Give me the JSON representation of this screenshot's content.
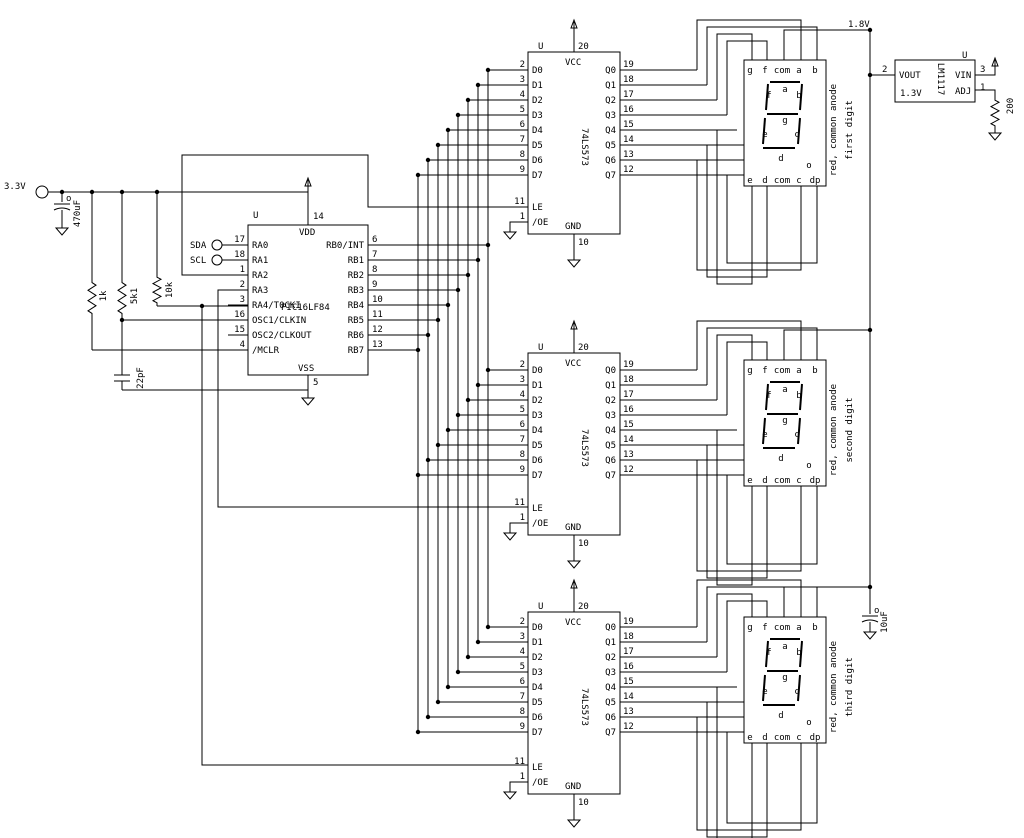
{
  "supply": {
    "input_label": "3.3V",
    "rail_18_label": "1.8V"
  },
  "passives": {
    "c_bulk": "470uF",
    "r_mclr": "1k",
    "r_osc": "5k1",
    "r_pull": "10k",
    "c_osc": "22pF",
    "c_out": "10uF",
    "r_adj": "200"
  },
  "mcu": {
    "ref": "U",
    "part": "PIC16LF84",
    "vdd_label": "VDD",
    "vdd_pin": "14",
    "vss_label": "VSS",
    "vss_pin": "5",
    "left_pins": [
      {
        "pin": "17",
        "name": "RA0"
      },
      {
        "pin": "18",
        "name": "RA1"
      },
      {
        "pin": "1",
        "name": "RA2"
      },
      {
        "pin": "2",
        "name": "RA3"
      },
      {
        "pin": "3",
        "name": "RA4/T0CKI"
      },
      {
        "pin": "16",
        "name": "OSC1/CLKIN"
      },
      {
        "pin": "15",
        "name": "OSC2/CLKOUT"
      },
      {
        "pin": "4",
        "name": "/MCLR"
      }
    ],
    "right_pins": [
      {
        "pin": "6",
        "name": "RB0/INT"
      },
      {
        "pin": "7",
        "name": "RB1"
      },
      {
        "pin": "8",
        "name": "RB2"
      },
      {
        "pin": "9",
        "name": "RB3"
      },
      {
        "pin": "10",
        "name": "RB4"
      },
      {
        "pin": "11",
        "name": "RB5"
      },
      {
        "pin": "12",
        "name": "RB6"
      },
      {
        "pin": "13",
        "name": "RB7"
      }
    ],
    "io": {
      "sda": "SDA",
      "scl": "SCL"
    }
  },
  "latch": {
    "ref": "U",
    "part": "74LS573",
    "vcc_label": "VCC",
    "vcc_pin": "20",
    "gnd_label": "GND",
    "gnd_pin": "10",
    "le_label": "LE",
    "le_pin": "11",
    "oe_label": "/OE",
    "oe_pin": "1",
    "inputs": [
      {
        "pin": "2",
        "name": "D0"
      },
      {
        "pin": "3",
        "name": "D1"
      },
      {
        "pin": "4",
        "name": "D2"
      },
      {
        "pin": "5",
        "name": "D3"
      },
      {
        "pin": "6",
        "name": "D4"
      },
      {
        "pin": "7",
        "name": "D5"
      },
      {
        "pin": "8",
        "name": "D6"
      },
      {
        "pin": "9",
        "name": "D7"
      }
    ],
    "outputs": [
      {
        "pin": "19",
        "name": "Q0"
      },
      {
        "pin": "18",
        "name": "Q1"
      },
      {
        "pin": "17",
        "name": "Q2"
      },
      {
        "pin": "16",
        "name": "Q3"
      },
      {
        "pin": "15",
        "name": "Q4"
      },
      {
        "pin": "14",
        "name": "Q5"
      },
      {
        "pin": "13",
        "name": "Q6"
      },
      {
        "pin": "12",
        "name": "Q7"
      }
    ]
  },
  "display": {
    "top_pins": [
      "g",
      "f",
      "com",
      "a",
      "b"
    ],
    "bottom_pins": [
      "e",
      "d",
      "com",
      "c",
      "dp"
    ],
    "segments": [
      "a",
      "f",
      "b",
      "g",
      "e",
      "c",
      "d"
    ],
    "dp_label": "o",
    "desc": "red, common anode",
    "digits": [
      "first digit",
      "second digit",
      "third digit"
    ]
  },
  "regulator": {
    "ref": "U",
    "part": "LM1117",
    "vout_label": "VOUT",
    "vout_pin": "2",
    "vin_label": "VIN",
    "vin_pin": "3",
    "adj_label": "ADJ",
    "adj_pin": "1",
    "vout_value": "1.3V"
  }
}
